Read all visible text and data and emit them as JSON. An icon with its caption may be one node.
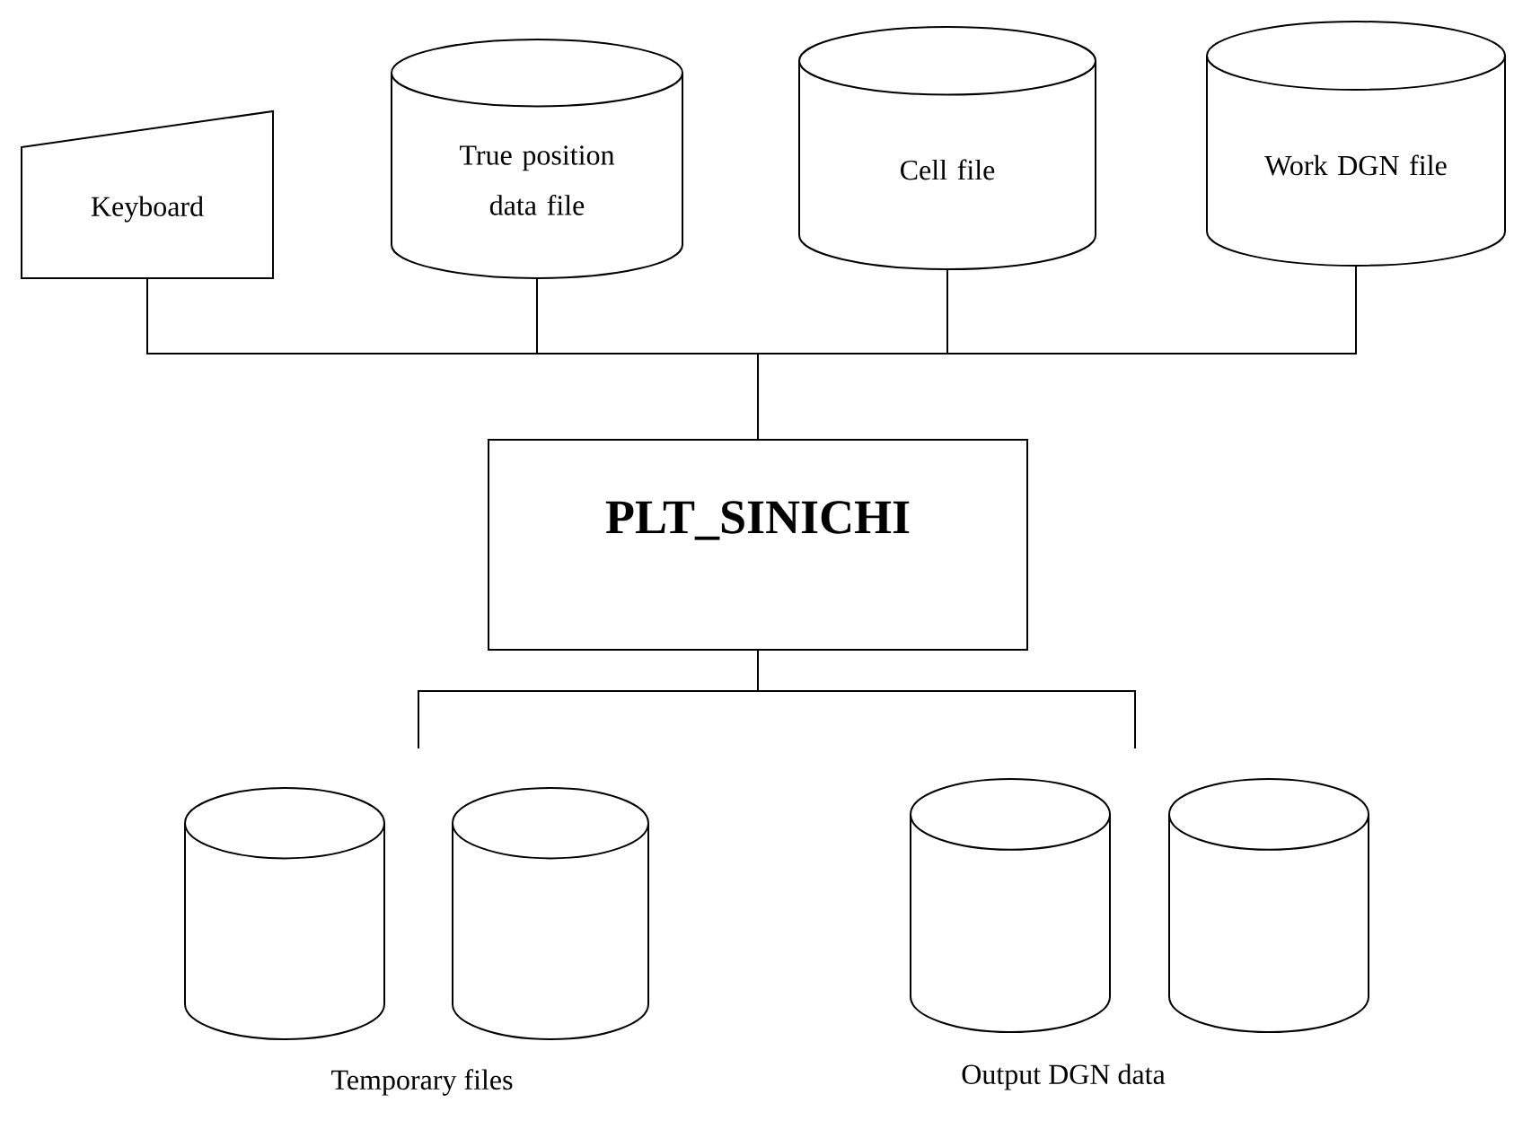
{
  "diagram": {
    "nodes": [
      {
        "text": [
          "Keyboard"
        ]
      },
      {
        "text": [
          "True position data file"
        ]
      },
      {
        "text": [
          "Cell file"
        ]
      },
      {
        "text": [
          "Work DGN file"
        ]
      },
      {
        "text": [
          "PLT_SINICHI"
        ]
      },
      {
        "text": [],
        "shape": "cylinder"
      },
      {
        "text": [],
        "shape": "cylinder"
      },
      {
        "text": [],
        "shape": "cylinder"
      },
      {
        "text": [],
        "shape": "cylinder"
      }
    ],
    "edges": [
      {
        "from": 0,
        "to": 4,
        "arrow": "none"
      },
      {
        "from": 1,
        "to": 4,
        "arrow": "none"
      },
      {
        "from": 2,
        "to": 4,
        "arrow": "none"
      },
      {
        "from": 3,
        "to": 4,
        "arrow": "none"
      },
      {
        "from": 4,
        "to": null,
        "arrow": "none"
      },
      {
        "from": 4,
        "to": null,
        "arrow": "none"
      }
    ],
    "labels": [
      "Temporary files",
      "Output DGN data"
    ]
  }
}
